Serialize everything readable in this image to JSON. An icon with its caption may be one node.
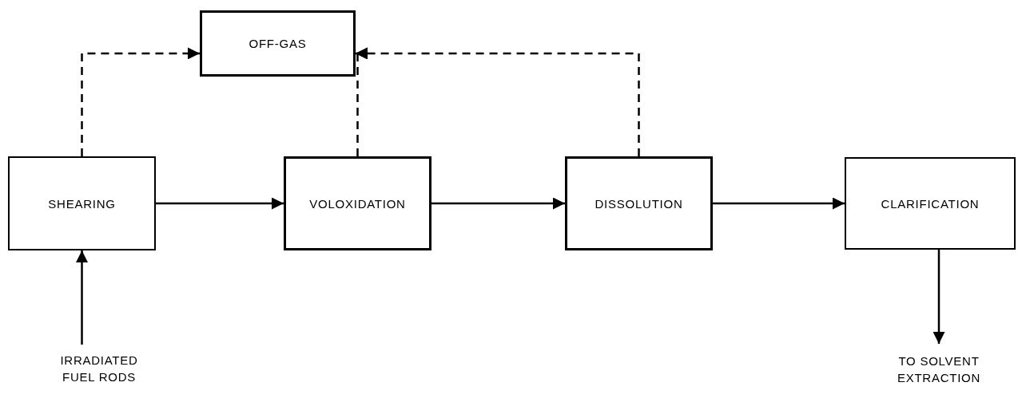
{
  "diagram": {
    "nodes": [
      {
        "text": [
          "OFF-GAS"
        ]
      },
      {
        "text": [
          "SHEARING"
        ]
      },
      {
        "text": [
          "VOLOXIDATION"
        ]
      },
      {
        "text": [
          "DISSOLUTION"
        ]
      },
      {
        "text": [
          "CLARIFICATION"
        ]
      },
      {
        "text": [
          "IRRADIATED FUEL RODS"
        ]
      },
      {
        "text": [
          "TO SOLVENT EXTRACTION"
        ]
      }
    ],
    "edges": [
      {
        "from": 1,
        "to": 0,
        "arrow": "to",
        "style": "dashed"
      },
      {
        "from": 2,
        "to": 0,
        "arrow": "to",
        "style": "dashed"
      },
      {
        "from": 3,
        "to": 0,
        "arrow": "to",
        "style": "dashed"
      },
      {
        "from": 1,
        "to": 2,
        "arrow": "to"
      },
      {
        "from": 2,
        "to": 3,
        "arrow": "to"
      },
      {
        "from": 3,
        "to": 4,
        "arrow": "to"
      },
      {
        "from": 5,
        "to": 1,
        "arrow": "to"
      },
      {
        "from": 4,
        "to": 6,
        "arrow": "to"
      }
    ]
  }
}
